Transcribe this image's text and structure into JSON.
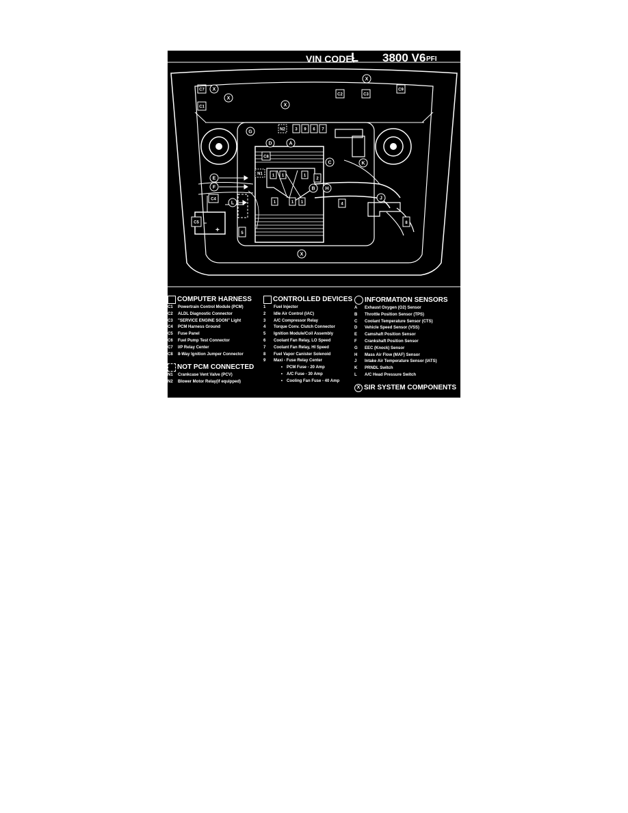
{
  "header": {
    "vin_label": "VIN CODE:",
    "vin_value": "L",
    "engine": "3800 V6",
    "engine_suffix": "PFI"
  },
  "diagram": {
    "square_labels": [
      "C7",
      "C1",
      "C2",
      "C3",
      "C9",
      "C8",
      "C4",
      "C5",
      "N1",
      "N2",
      "1",
      "2",
      "3",
      "4",
      "5",
      "6",
      "7",
      "8",
      "9"
    ],
    "circle_labels": [
      "A",
      "B",
      "C",
      "D",
      "E",
      "F",
      "G",
      "H",
      "J",
      "K",
      "L",
      "X"
    ]
  },
  "legend": {
    "harness": {
      "title": "COMPUTER HARNESS",
      "items": [
        {
          "code": "C1",
          "text": "Powertrain Control Module (PCM)"
        },
        {
          "code": "C2",
          "text": "ALDL Diagnostic Connector"
        },
        {
          "code": "C3",
          "text": "\"SERVICE ENGINE SOON\" Light"
        },
        {
          "code": "C4",
          "text": "PCM Harness Ground"
        },
        {
          "code": "C5",
          "text": "Fuse Panel"
        },
        {
          "code": "C6",
          "text": "Fuel Pump Test Connector"
        },
        {
          "code": "C7",
          "text": "I/P Relay Center"
        },
        {
          "code": "C8",
          "text": "8-Way Ignition Jumper Connector"
        }
      ]
    },
    "not_pcm": {
      "title": "NOT PCM CONNECTED",
      "items": [
        {
          "code": "N1",
          "text": "Crankcase Vent Valve (PCV)"
        },
        {
          "code": "N2",
          "text": "Blower Motor Relay(if equipped)"
        }
      ]
    },
    "devices": {
      "title": "CONTROLLED DEVICES",
      "items": [
        {
          "code": "1",
          "text": "Fuel Injector"
        },
        {
          "code": "2",
          "text": "Idle Air Control (IAC)"
        },
        {
          "code": "3",
          "text": "A/C Compressor Relay"
        },
        {
          "code": "4",
          "text": "Torque Conv. Clutch Connector"
        },
        {
          "code": "5",
          "text": "Ignition Module/Coil Assembly"
        },
        {
          "code": "6",
          "text": "Coolant Fan Relay, LO Speed"
        },
        {
          "code": "7",
          "text": "Coolant Fan Relay, HI Speed"
        },
        {
          "code": "8",
          "text": "Fuel Vapor Canister Solenoid"
        },
        {
          "code": "9",
          "text": "Maxi - Fuse Relay Center"
        }
      ],
      "sub_items": [
        {
          "code": "•",
          "text": "PCM Fuse - 20 Amp"
        },
        {
          "code": "•",
          "text": "A/C Fuse - 30 Amp"
        },
        {
          "code": "•",
          "text": "Cooling Fan Fuse - 40 Amp"
        }
      ]
    },
    "sensors": {
      "title": "INFORMATION SENSORS",
      "items": [
        {
          "code": "A",
          "text": "Exhaust Oxygen (O2) Sensor"
        },
        {
          "code": "B",
          "text": "Throttle Position Sensor (TPS)"
        },
        {
          "code": "C",
          "text": "Coolant Temperature Sensor (CTS)"
        },
        {
          "code": "D",
          "text": "Vehicle Speed Sensor (VSS)"
        },
        {
          "code": "E",
          "text": "Camshaft Position Sensor"
        },
        {
          "code": "F",
          "text": "Crankshaft Position Sensor"
        },
        {
          "code": "G",
          "text": "EEC (Knock) Sensor"
        },
        {
          "code": "H",
          "text": "Mass Air Flow (MAF) Sensor"
        },
        {
          "code": "J",
          "text": "Intake Air Temperature Sensor (IATS)"
        },
        {
          "code": "K",
          "text": "PRNDL Switch"
        },
        {
          "code": "L",
          "text": "A/C Head Pressure Switch"
        }
      ]
    },
    "sir": {
      "symbol": "X",
      "title": "SIR SYSTEM COMPONENTS"
    }
  }
}
